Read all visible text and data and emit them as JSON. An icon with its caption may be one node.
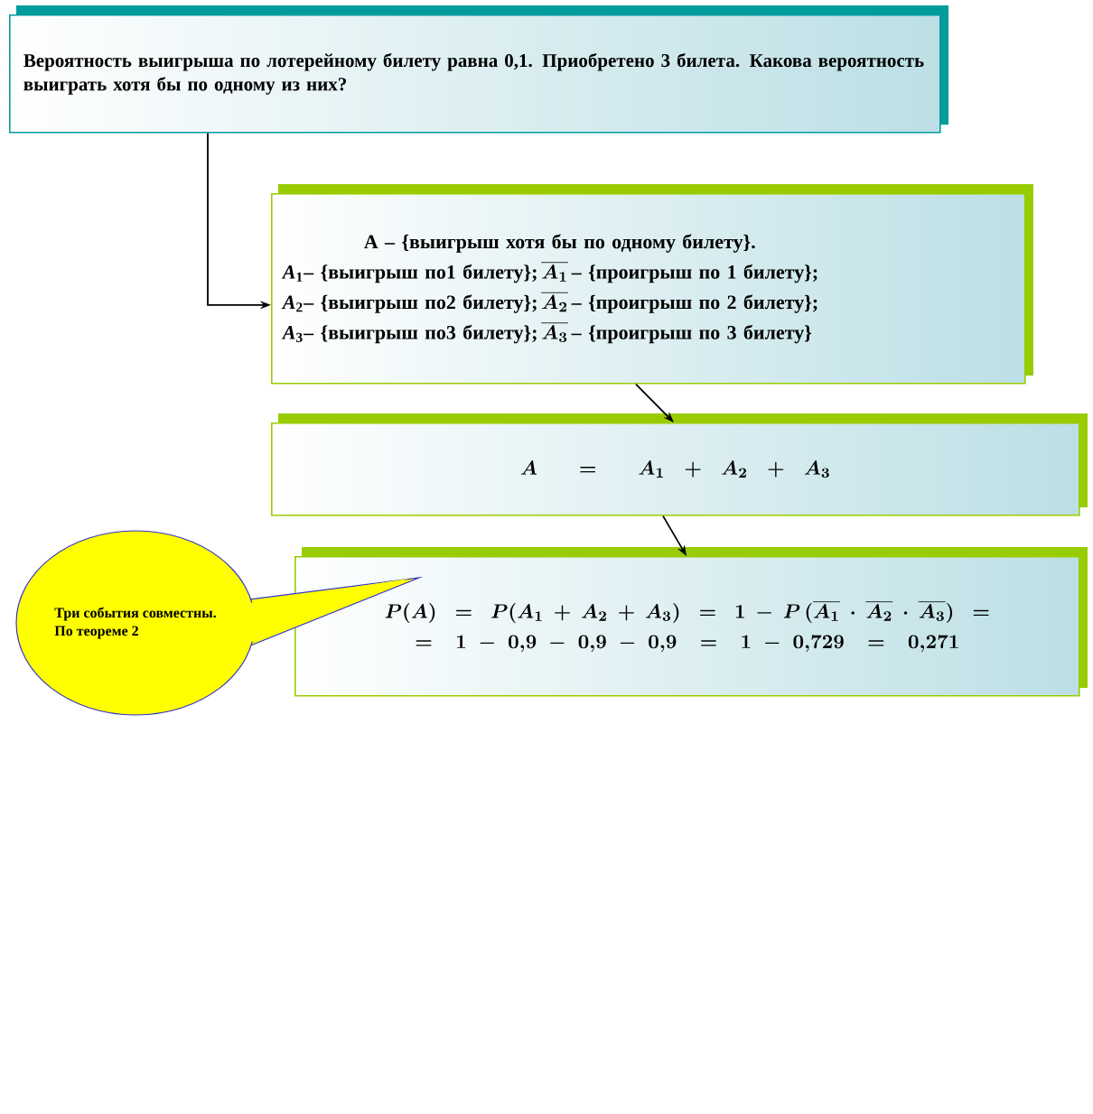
{
  "diagram": {
    "nodes": [
      {
        "text": [
          "Вероятность выигрыша по лотерейному билету равна 0,1. Приобретено 3 билета. Какова вероятность выиграть хотя бы по одному из них?"
        ]
      },
      {
        "text": [
          "А – {выигрыш хотя бы по одному билету}.",
          "*A*$_{1}$– {выигрыш по1 билету};",
          "\\overline{A_1}",
          "– {проигрыш по 1 билету};",
          "*A*$_{2}$– {выигрыш по2 билету};",
          "\\overline{A_2}",
          "– {проигрыш по 2 билету};",
          "*A*$_{3}$– {выигрыш по3 билету};",
          "\\overline{A_3}",
          "– {проигрыш по 3 билету}"
        ]
      },
      {
        "text": [
          "A= A_1+A_2+A_3"
        ]
      },
      {
        "text": [
          "P(A)=P(A_1+A_2+A_3)=1-P\\,(\\overline{A_1}\\cdot\\overline{A_2}\\cdot\\overline{A_3})=",
          "=1-0{,}9-0{,}9-0{,}9=1-0{,}729=0{,}271"
        ]
      },
      {
        "text": [
          "Три события совместны.",
          "По теореме 2"
        ]
      }
    ],
    "edges": [
      {
        "from": 0,
        "to": 1,
        "arrow": "to"
      },
      {
        "from": 1,
        "to": 2,
        "arrow": "to"
      },
      {
        "from": 2,
        "to": 3,
        "arrow": "to"
      }
    ]
  }
}
